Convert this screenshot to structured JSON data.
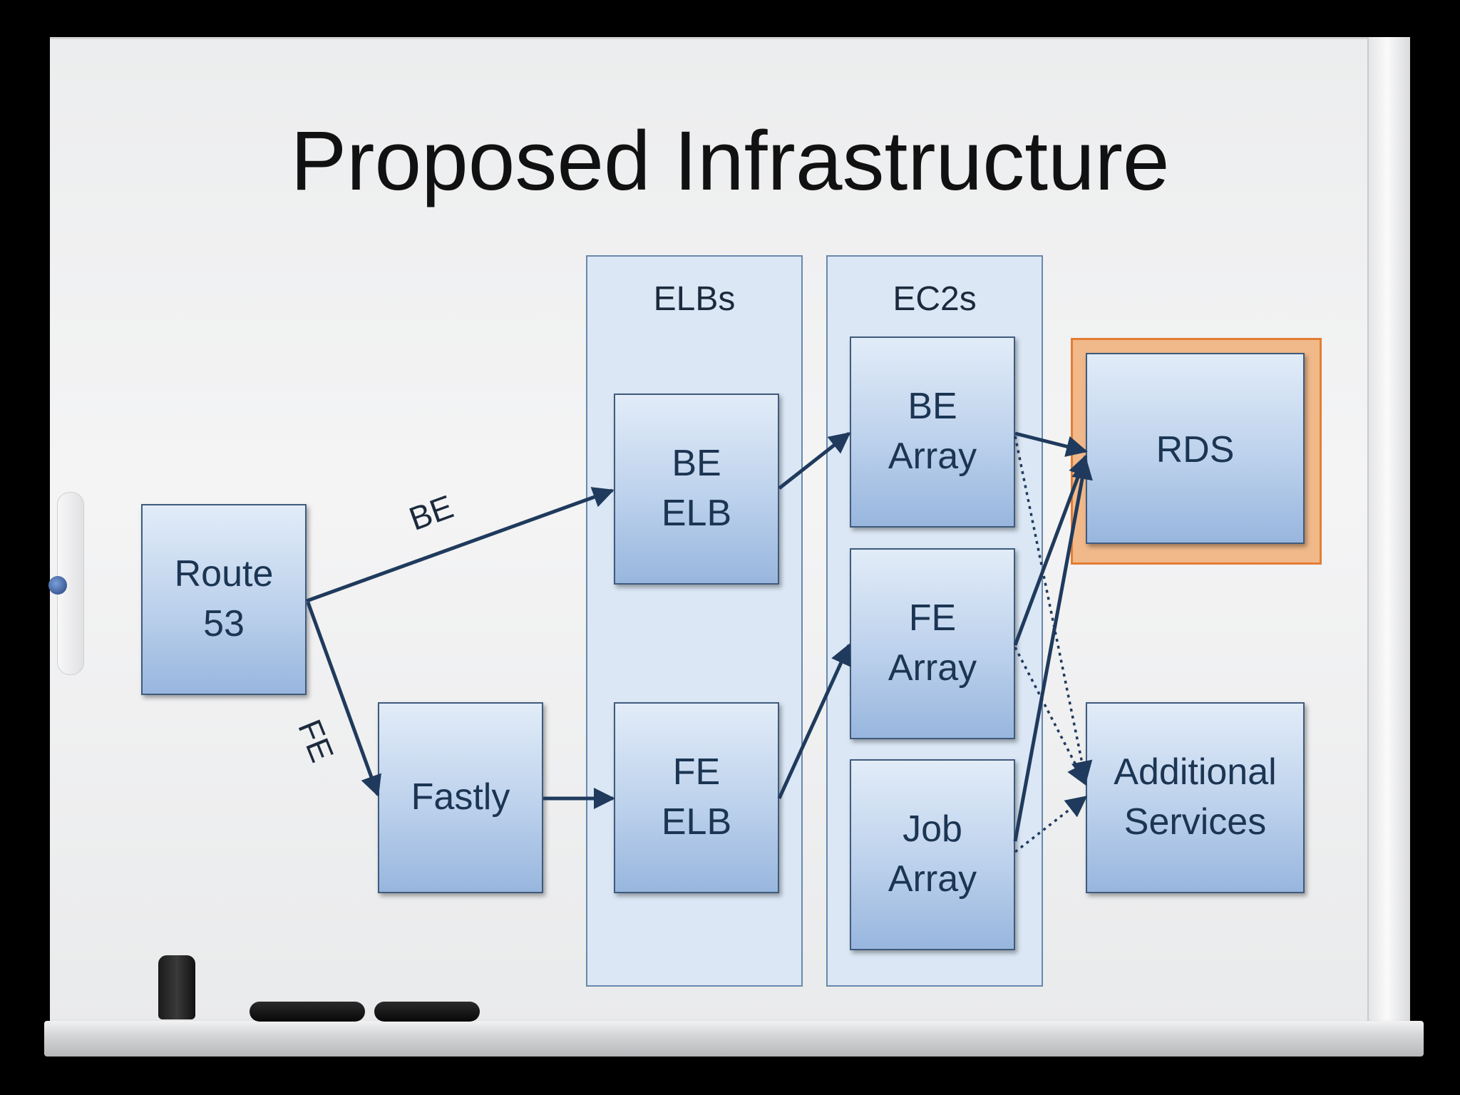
{
  "title": "Proposed Infrastructure",
  "groups": {
    "elbs": {
      "label": "ELBs"
    },
    "ec2s": {
      "label": "EC2s"
    }
  },
  "nodes": {
    "route53": {
      "line1": "Route",
      "line2": "53"
    },
    "fastly": {
      "line1": "Fastly"
    },
    "be_elb": {
      "line1": "BE",
      "line2": "ELB"
    },
    "fe_elb": {
      "line1": "FE",
      "line2": "ELB"
    },
    "be_array": {
      "line1": "BE",
      "line2": "Array"
    },
    "fe_array": {
      "line1": "FE",
      "line2": "Array"
    },
    "job_array": {
      "line1": "Job",
      "line2": "Array"
    },
    "rds": {
      "line1": "RDS"
    },
    "additional_services": {
      "line1": "Additional",
      "line2": "Services"
    }
  },
  "edge_labels": {
    "route_to_be": "BE",
    "route_to_fe": "FE"
  },
  "colors": {
    "arrow": "#1f3a5c",
    "highlight_border": "#e37d33",
    "highlight_fill": "#f1b98a"
  }
}
